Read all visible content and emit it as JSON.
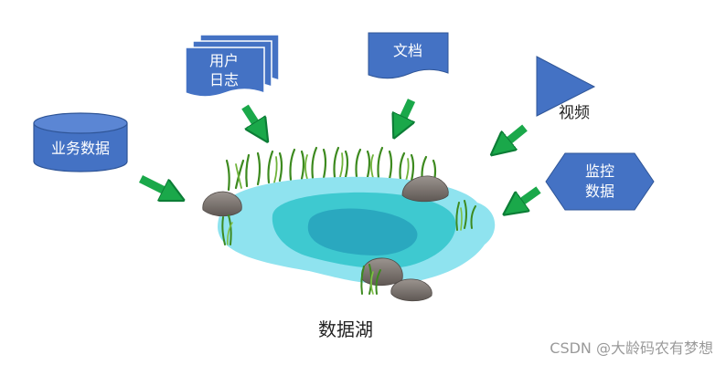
{
  "sources": {
    "business_data": "业务数据",
    "user_log_line1": "用户",
    "user_log_line2": "日志",
    "documents": "文档",
    "video": "视频",
    "monitoring_line1": "监控",
    "monitoring_line2": "数据"
  },
  "lake": {
    "label": "数据湖"
  },
  "watermark": "CSDN @大龄码农有梦想",
  "colors": {
    "shape_blue": "#4472c4",
    "arrow_green": "#1aa84a",
    "water_outer": "#8fe3ef",
    "water_mid": "#3ec9d0",
    "water_deep": "#2aa8bf",
    "grass": "#3d8a1f",
    "rock": "#7a7370"
  }
}
